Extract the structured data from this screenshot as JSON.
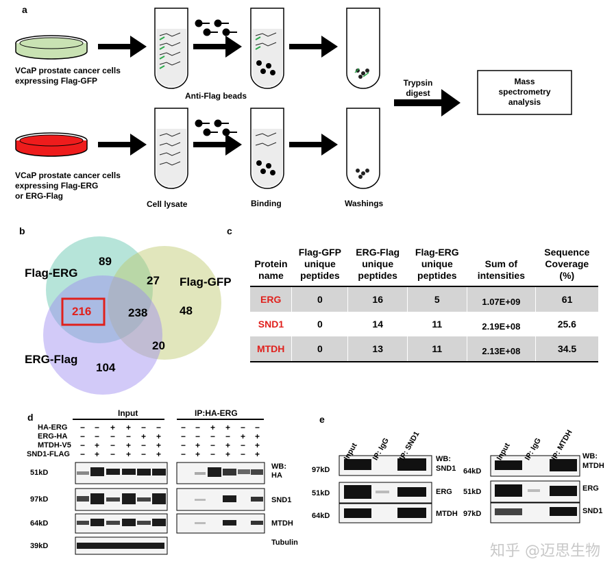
{
  "panel_a": {
    "label": "a",
    "row1_cells": "VCaP prostate cancer cells\nexpressing Flag-GFP",
    "row2_cells": "VCaP prostate cancer cells\nexpressing Flag-ERG\nor ERG-Flag",
    "beads_label": "Anti-Flag beads",
    "step_lysate": "Cell lysate",
    "step_binding": "Binding",
    "step_washings": "Washings",
    "trypsin": "Trypsin\ndigest",
    "mass_spec": "Mass\nspectrometry\nanalysis",
    "dish1_color": "#c9e2b3",
    "dish2_color": "#ee1c1c"
  },
  "panel_b": {
    "label": "b",
    "sets": [
      "Flag-ERG",
      "Flag-GFP",
      "ERG-Flag"
    ],
    "counts": {
      "erg_only": "89",
      "gfp_only": "48",
      "ergflag_only": "104",
      "erg_gfp": "27",
      "erg_ergflag": "216",
      "gfp_ergflag": "20",
      "all": "238"
    },
    "colors": {
      "flag_erg": "#5ec4ab",
      "flag_gfp": "#bdc76a",
      "erg_flag": "#9b8af0",
      "highlight": "#e0201c"
    }
  },
  "panel_c": {
    "label": "c",
    "headers": [
      "Protein\nname",
      "Flag-GFP\nunique\npeptides",
      "ERG-Flag\nunique\npeptides",
      "Flag-ERG\nunique\npeptides",
      "Sum of\nintensities",
      "Sequence\nCoverage\n(%)"
    ],
    "rows": [
      {
        "protein": "ERG",
        "gfp": "0",
        "ergflag": "16",
        "flagerg": "5",
        "sum": "1.07E+09",
        "coverage": "61"
      },
      {
        "protein": "SND1",
        "gfp": "0",
        "ergflag": "14",
        "flagerg": "11",
        "sum": "2.19E+08",
        "coverage": "25.6"
      },
      {
        "protein": "MTDH",
        "gfp": "0",
        "ergflag": "13",
        "flagerg": "11",
        "sum": "2.13E+08",
        "coverage": "34.5"
      }
    ]
  },
  "panel_d": {
    "label": "d",
    "input_label": "Input",
    "ip_label": "IP:HA-ERG",
    "row_labels": [
      "HA-ERG",
      "ERG-HA",
      "MTDH-V5",
      "SND1-FLAG"
    ],
    "signs": [
      [
        "−",
        "−",
        "+",
        "+",
        "−",
        "−"
      ],
      [
        "−",
        "−",
        "−",
        "−",
        "+",
        "+"
      ],
      [
        "−",
        "+",
        "−",
        "+",
        "−",
        "+"
      ],
      [
        "−",
        "+",
        "−",
        "+",
        "−",
        "+"
      ]
    ],
    "mw": [
      "51kD",
      "97kD",
      "64kD",
      "39kD"
    ],
    "wb_labels": [
      "WB:\nHA",
      "SND1",
      "MTDH",
      "Tubulin"
    ]
  },
  "panel_e": {
    "label": "e",
    "left": {
      "lanes": [
        "Input",
        "IP: IgG",
        "IP: SND1"
      ],
      "mw": [
        "97kD",
        "51kD",
        "64kD"
      ],
      "wb": [
        "WB:\nSND1",
        "ERG",
        "MTDH"
      ]
    },
    "right": {
      "lanes": [
        "Input",
        "IP: IgG",
        "IP: MTDH"
      ],
      "mw": [
        "64kD",
        "51kD",
        "97kD"
      ],
      "wb": [
        "WB:\nMTDH",
        "ERG",
        "SND1"
      ]
    }
  },
  "watermark": "知乎 @迈思生物"
}
